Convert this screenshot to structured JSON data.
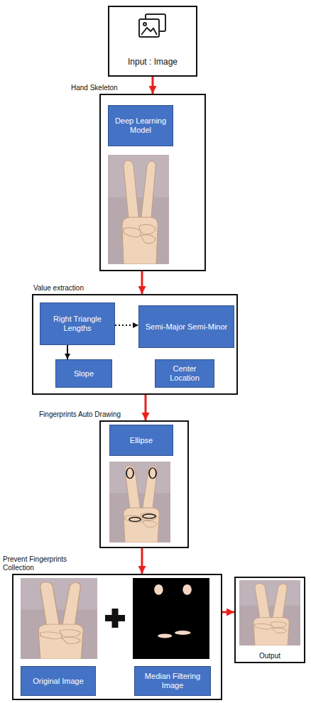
{
  "diagram": {
    "nodes": [
      {
        "text": [
          "Input : Image"
        ]
      },
      {
        "text": [
          "Hand Skeleton"
        ]
      },
      {
        "text": [
          "Deep Learning Model"
        ],
        "in": 1
      },
      {
        "text": [
          "Value extraction"
        ]
      },
      {
        "text": [
          "Right Triangle Lengths"
        ],
        "in": 3
      },
      {
        "text": [
          "Semi-Major Semi-Minor"
        ],
        "in": 3
      },
      {
        "text": [
          "Slope"
        ],
        "in": 3
      },
      {
        "text": [
          "Center Location"
        ],
        "in": 3
      },
      {
        "text": [
          "Fingerprints Auto Drawing"
        ]
      },
      {
        "text": [
          "Ellipse"
        ],
        "in": 8
      },
      {
        "text": [
          "Prevent Fingerprints Collection"
        ]
      },
      {
        "text": [
          "Original Image"
        ],
        "in": 10
      },
      {
        "text": [
          "Median Filtering Image"
        ],
        "in": 10
      },
      {
        "text": [
          "Output"
        ]
      }
    ],
    "edges": [
      {
        "from": 0,
        "to": 1,
        "arrow": "to"
      },
      {
        "from": 1,
        "to": 3,
        "arrow": "to"
      },
      {
        "from": 3,
        "to": 8,
        "arrow": "to"
      },
      {
        "from": 8,
        "to": 10,
        "arrow": "to"
      },
      {
        "from": 10,
        "to": 13,
        "arrow": "to"
      },
      {
        "from": 4,
        "to": 5,
        "arrow": "to"
      },
      {
        "from": 4,
        "to": 6,
        "arrow": "to"
      }
    ]
  }
}
